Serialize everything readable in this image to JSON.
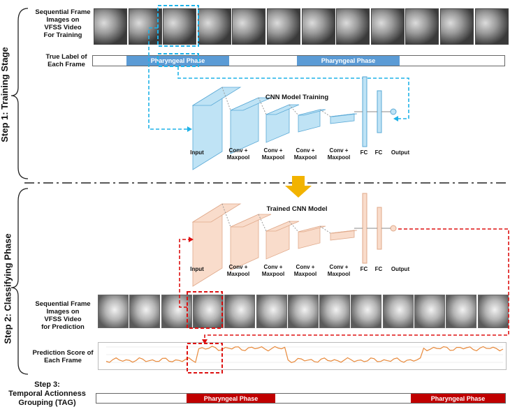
{
  "step1": {
    "side_label": "Step 1: Training Stage",
    "frames_label": "Sequential Frame\nImages on\nVFSS Video\nFor Training",
    "true_label": "True Label of\nEach Frame",
    "segments": [
      "Pharyngeal Phase",
      "Pharyngeal Phase"
    ],
    "cnn_title": "CNN Model Training",
    "layers": [
      "Input",
      "Conv +\nMaxpool",
      "Conv +\nMaxpool",
      "Conv +\nMaxpool",
      "Conv +\nMaxpool",
      "FC",
      "FC",
      "Output"
    ],
    "segment_color": "#5b9bd5",
    "box_color": "#bfe3f5"
  },
  "step2": {
    "side_label": "Step 2: Classifying Phase",
    "cnn_title": "Trained CNN Model",
    "layers": [
      "Input",
      "Conv +\nMaxpool",
      "Conv +\nMaxpool",
      "Conv +\nMaxpool",
      "Conv +\nMaxpool",
      "FC",
      "FC",
      "Output"
    ],
    "frames_label": "Sequential Frame\nImages on\nVFSS Video\nfor Prediction",
    "score_label": "Prediction Score of\nEach Frame",
    "box_color": "#f9dccb",
    "score_color": "#e8893a"
  },
  "step3": {
    "label": "Step 3:\nTemporal Actionness\nGrouping (TAG)",
    "segments": [
      "Pharyngeal Phase",
      "Pharyngeal Phase"
    ],
    "segment_color": "#c00000"
  }
}
